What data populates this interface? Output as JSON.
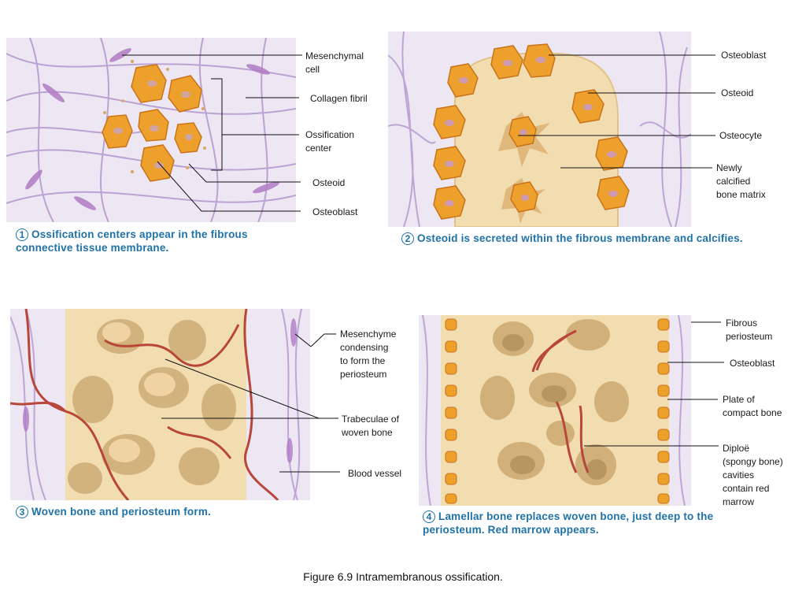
{
  "colors": {
    "tissue": "#ece7f2",
    "fiber": "#b79ad0",
    "bone": "#f2ddb0",
    "cell": "#eda02c",
    "vessel": "#b8473a",
    "caption": "#1f72a8"
  },
  "panel1": {
    "labels": {
      "mesenchymal_cell": "Mesenchymal\ncell",
      "collagen_fibril": "Collagen fibril",
      "ossification_center": "Ossification\ncenter",
      "osteoid": "Osteoid",
      "osteoblast": "Osteoblast"
    },
    "step_number": "1",
    "caption": "Ossification centers appear in the fibrous connective tissue membrane."
  },
  "panel2": {
    "labels": {
      "osteoblast": "Osteoblast",
      "osteoid": "Osteoid",
      "osteocyte": "Osteocyte",
      "newly_calcified": "Newly\ncalcified\nbone matrix"
    },
    "step_number": "2",
    "caption": "Osteoid is secreted within the fibrous membrane and calcifies."
  },
  "panel3": {
    "labels": {
      "mesenchyme": "Mesenchyme\ncondensing\nto form the\nperiosteum",
      "trabeculae": "Trabeculae of\nwoven bone",
      "blood_vessel": "Blood vessel"
    },
    "step_number": "3",
    "caption": "Woven bone and periosteum form."
  },
  "panel4": {
    "labels": {
      "fibrous_periosteum": "Fibrous\nperiosteum",
      "osteoblast": "Osteoblast",
      "compact_bone": "Plate of\ncompact bone",
      "diploe": "Diploë\n(spongy bone)\ncavities\ncontain red\nmarrow"
    },
    "step_number": "4",
    "caption": "Lamellar bone replaces woven bone, just deep to the periosteum. Red marrow appears."
  },
  "figure_caption": "Figure 6.9  Intramembranous ossification."
}
